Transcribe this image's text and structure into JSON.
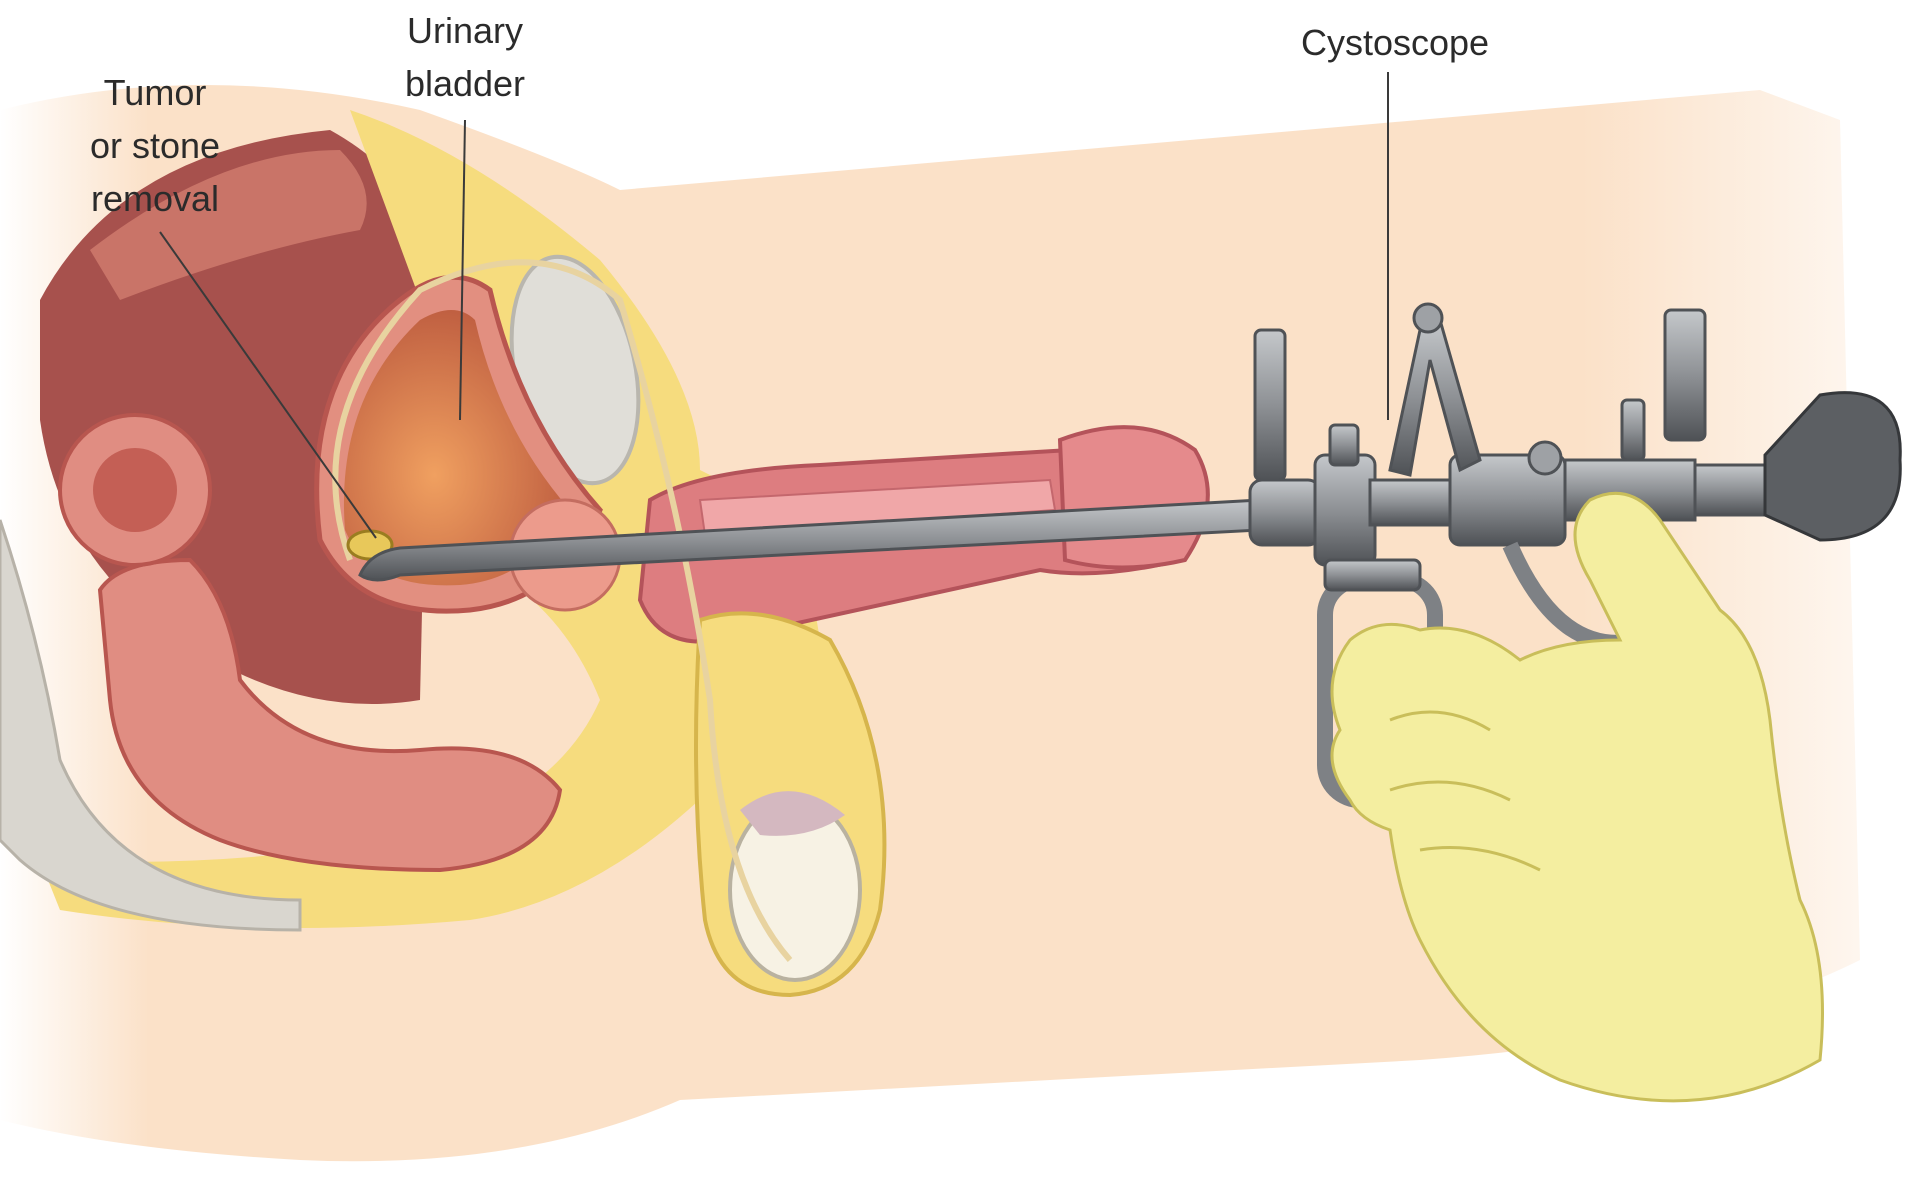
{
  "labels": {
    "tumor": [
      "Tumor",
      "or stone",
      "removal"
    ],
    "bladder": [
      "Urinary",
      "bladder"
    ],
    "cystoscope": "Cystoscope"
  },
  "colors": {
    "skin": "#fbe1c8",
    "fat": "#f6dc7e",
    "muscle": "#e08d82",
    "muscle_dark": "#a7514d",
    "organ_interior": "#d9795a",
    "testis": "#f7f2e4",
    "bone": "#d9d6cf",
    "pubic_bone": "#e0ded8",
    "instrument": "#8c8f93",
    "instrument_dark": "#55585c",
    "glove": "#f4eea0",
    "leader_line": "#3a3a3a",
    "label_text": "#2b2b2b"
  }
}
